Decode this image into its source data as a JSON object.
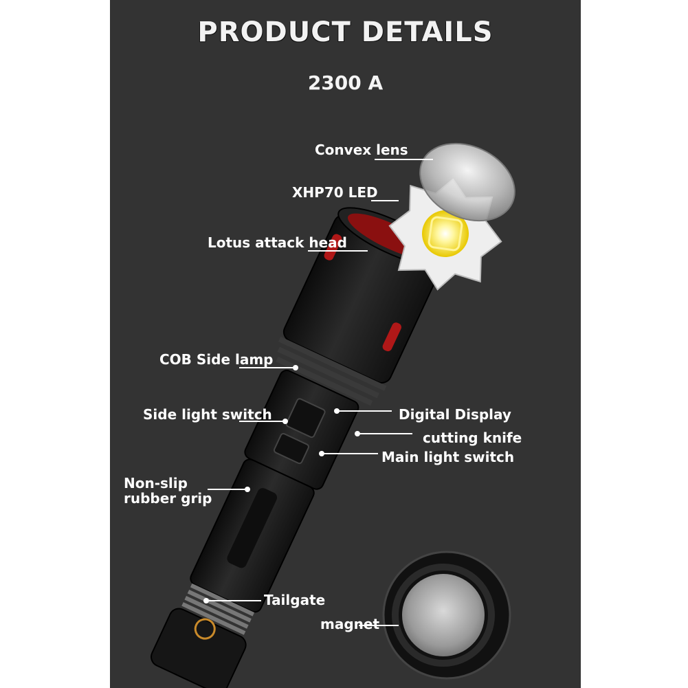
{
  "header": {
    "title": "PRODUCT DETAILS",
    "model": "2300 A"
  },
  "labels": {
    "convex_lens": "Convex lens",
    "xhp70_led": "XHP70 LED",
    "lotus_attack_head": "Lotus attack head",
    "cob_side_lamp": "COB Side lamp",
    "side_light_switch": "Side light switch",
    "digital_display": "Digital Display",
    "cutting_knife": "cutting knife",
    "main_light_switch": "Main light switch",
    "non_slip_line1": "Non-slip",
    "non_slip_line2": "rubber grip",
    "tailgate": "Tailgate",
    "magnet": "magnet"
  },
  "colors": {
    "background": "#333333",
    "body": "#1a1a1a",
    "accent_red": "#b01818",
    "led": "#ffe94a",
    "text": "#ffffff"
  }
}
